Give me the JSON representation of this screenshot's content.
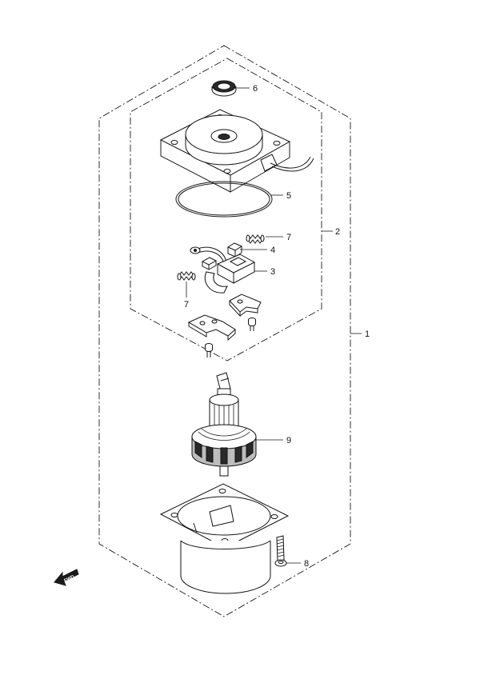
{
  "callouts": {
    "p1": "1",
    "p2": "2",
    "p3": "3",
    "p4": "4",
    "p5": "5",
    "p6": "6",
    "p7a": "7",
    "p7b": "7",
    "p8": "8",
    "p9": "9"
  },
  "direction_marker": {
    "text": "FWD",
    "icon": "fwd-arrow-icon"
  },
  "colors": {
    "line": "#1a1a1a",
    "background": "#ffffff"
  }
}
